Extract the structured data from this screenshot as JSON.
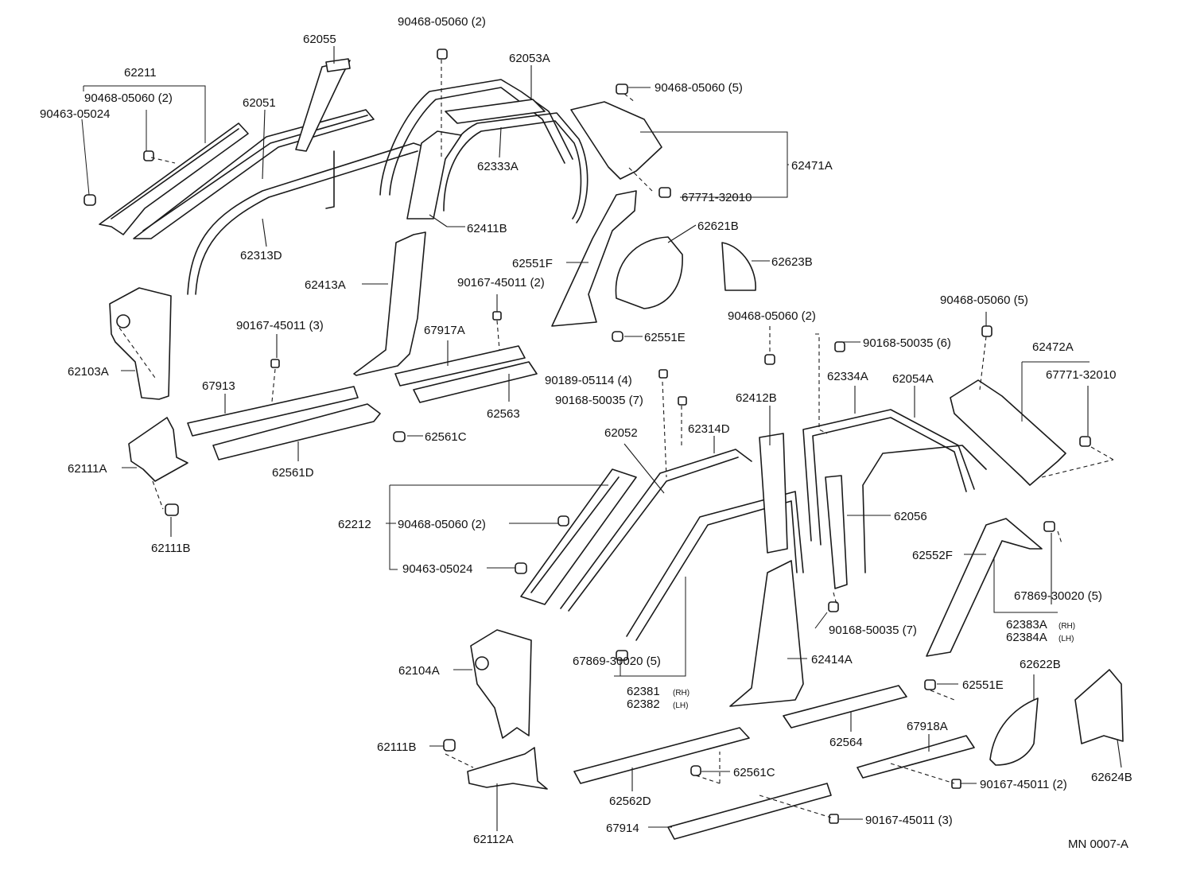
{
  "labels": {
    "l62055": "62055",
    "l62211": "62211",
    "l90468_a": "90468-05060 (2)",
    "l90463_a": "90463-05024",
    "l62051": "62051",
    "l62313D": "62313D",
    "l90468_top": "90468-05060 (2)",
    "l62053A": "62053A",
    "l62333A": "62333A",
    "l62411B": "62411B",
    "l90468_5a": "90468-05060 (5)",
    "l62471A": "62471A",
    "l67771_a": "67771-32010",
    "l62621B": "62621B",
    "l62623B": "62623B",
    "l62551F": "62551F",
    "l62551E_a": "62551E",
    "l62413A": "62413A",
    "l90167_2a": "90167-45011 (2)",
    "l67917A": "67917A",
    "l62563": "62563",
    "l62103A": "62103A",
    "l90167_3a": "90167-45011 (3)",
    "l67913": "67913",
    "l62561C_a": "62561C",
    "l62561D": "62561D",
    "l62111A": "62111A",
    "l62111B_a": "62111B",
    "l90468_2b": "90468-05060 (2)",
    "l90168_6": "90168-50035 (6)",
    "l90468_5b": "90468-05060 (5)",
    "l62472A": "62472A",
    "l67771_b": "67771-32010",
    "l90189": "90189-05114 (4)",
    "l90168_7a": "90168-50035 (7)",
    "l62412B": "62412B",
    "l62334A": "62334A",
    "l62054A": "62054A",
    "l62052": "62052",
    "l62314D": "62314D",
    "l62212": "62212",
    "l90468_2c": "90468-05060 (2)",
    "l90463_b": "90463-05024",
    "l62056": "62056",
    "l62552F": "62552F",
    "l67869_5a": "67869-30020 (5)",
    "l62383A": "62383A",
    "l62384A": "62384A",
    "l90168_7b": "90168-50035 (7)",
    "l67869_5b": "67869-30020 (5)",
    "l62381": "62381",
    "l62382": "62382",
    "l62414A": "62414A",
    "l62104A": "62104A",
    "l62551E_b": "62551E",
    "l62622B": "62622B",
    "l62564": "62564",
    "l67918A": "67918A",
    "l62111B_b": "62111B",
    "l62561C_b": "62561C",
    "l62562D": "62562D",
    "l90167_2b": "90167-45011 (2)",
    "l62624B": "62624B",
    "l67914": "67914",
    "l90167_3b": "90167-45011 (3)",
    "l62112A": "62112A",
    "code": "MN  0007-A",
    "rh1": "(RH)",
    "lh1": "(LH)",
    "rh2": "(RH)",
    "lh2": "(LH)"
  }
}
